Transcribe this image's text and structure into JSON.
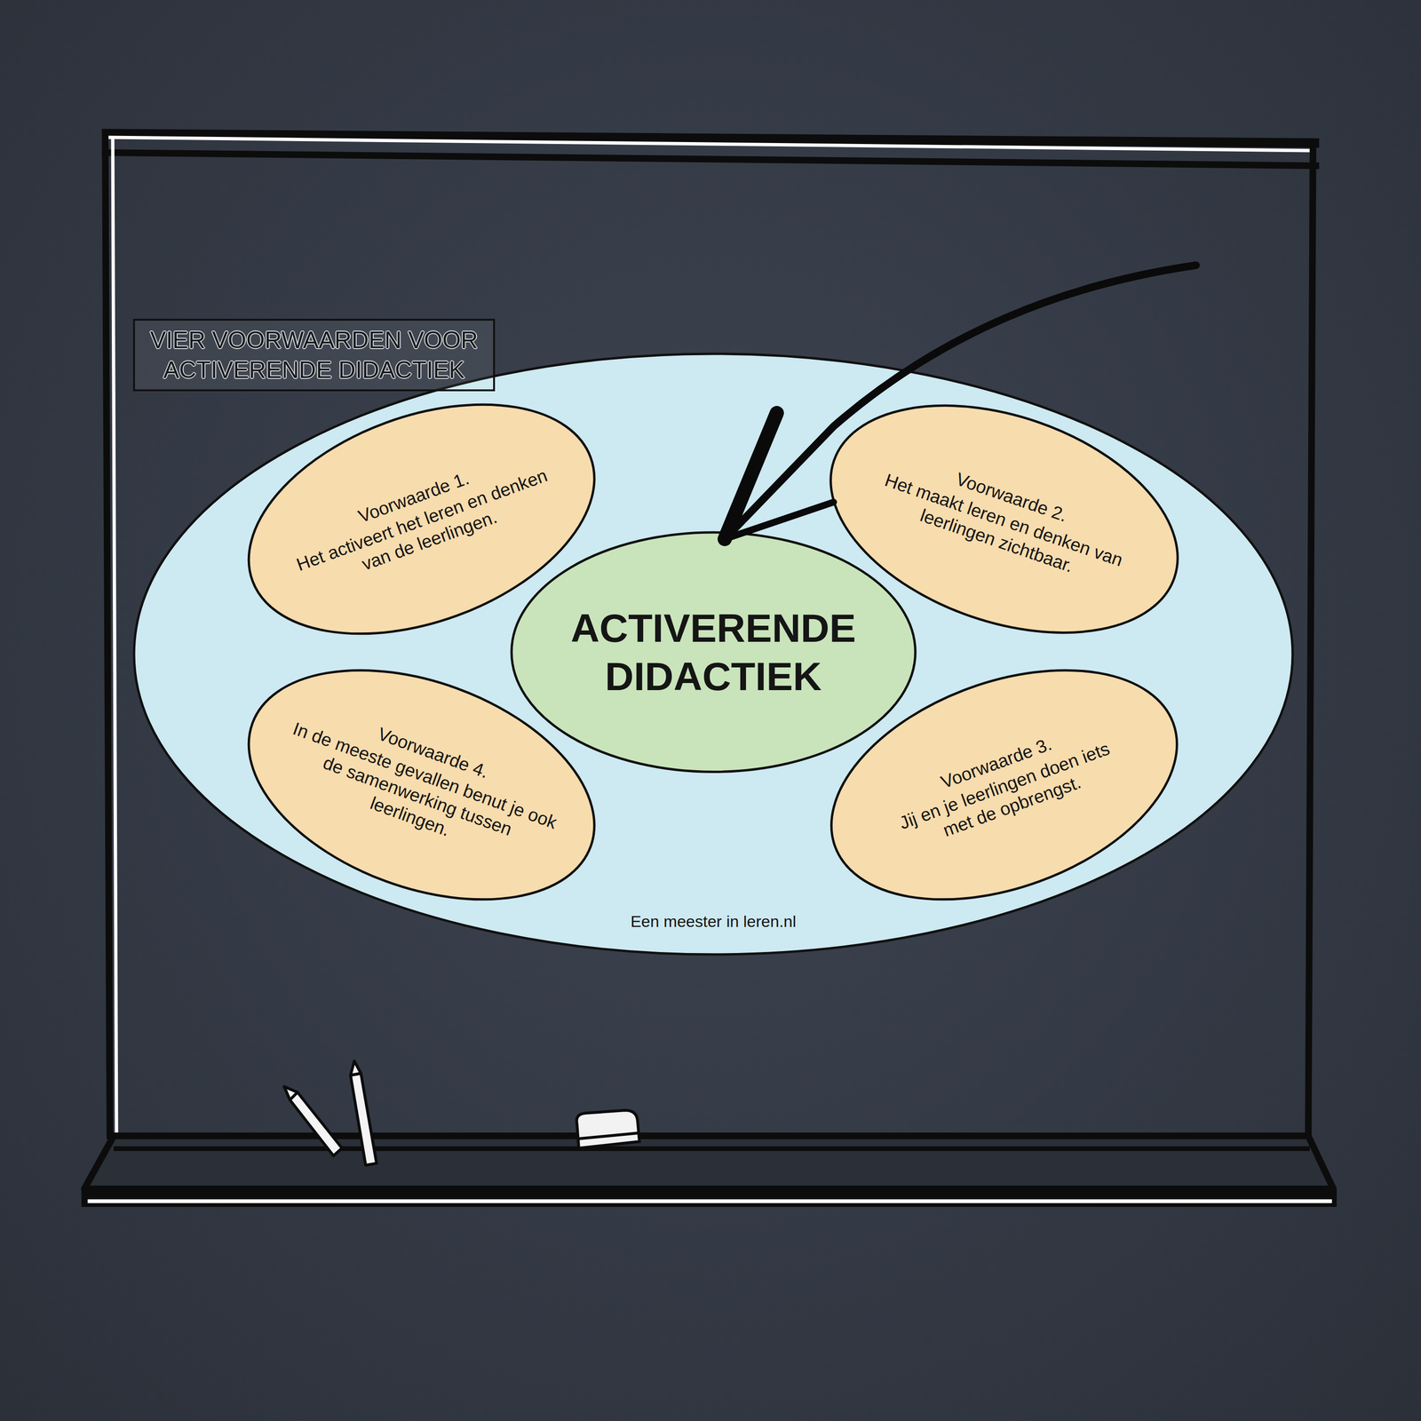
{
  "diagram": {
    "title": "VIER VOORWAARDEN VOOR ACTIVERENDE DIDACTIEK",
    "nodes": [
      {
        "text": [
          "Een meester in leren.nl"
        ]
      },
      {
        "text": [
          "Voorwaarde 1.",
          "Het activeert het leren en denken van de leerlingen."
        ],
        "in": 0
      },
      {
        "text": [
          "Voorwaarde 2.",
          "Het maakt leren en denken van leerlingen zichtbaar."
        ],
        "in": 0
      },
      {
        "text": [
          "ACTIVERENDE DIDACTIEK"
        ],
        "in": 0
      },
      {
        "text": [
          "Voorwaarde 4.",
          "In de meeste gevallen benut je ook de samenwerking tussen leerlingen."
        ],
        "in": 0
      },
      {
        "text": [
          "Voorwaarde 3.",
          "Jij en je leerlingen doen iets met de opbrengst."
        ],
        "in": 0
      }
    ]
  }
}
